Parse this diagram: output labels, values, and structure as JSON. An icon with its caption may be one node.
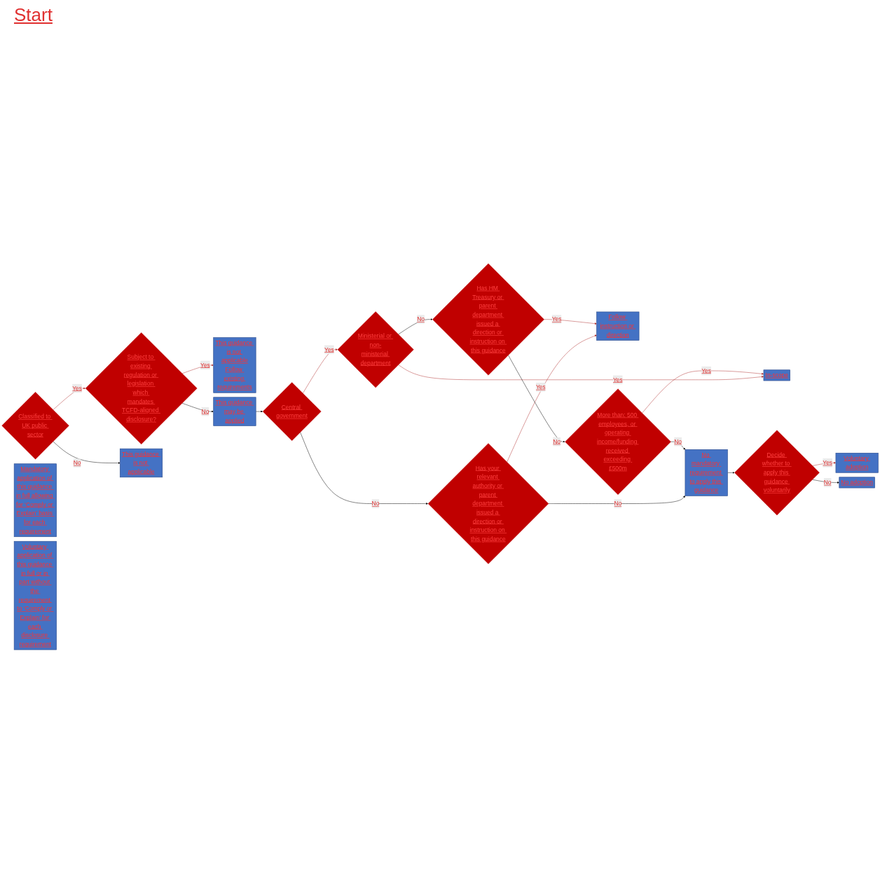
{
  "diagram": {
    "nodes": [
      {
        "text": [
          "Classified to UK public sector"
        ]
      },
      {
        "text": [
          "Subject to existing regulation or legislation which mandates TCFD-aligned disclosure?"
        ]
      },
      {
        "text": [
          "This guidance is not applicable",
          "Follow existing requirements"
        ]
      },
      {
        "text": [
          "This guidance is not applicable"
        ]
      },
      {
        "text": [
          "This guidance may be applied"
        ]
      },
      {
        "text": [
          "Central government"
        ]
      },
      {
        "text": [
          "Ministerial or non-ministerial department"
        ]
      },
      {
        "text": [
          "Has your relevant authority or parent department issued a direction or instruction on this guidance"
        ]
      },
      {
        "text": [
          "Has HM Treasury or parent department issued a direction or instruction on this guidance"
        ]
      },
      {
        "text": [
          "Follow instruction or direction"
        ]
      },
      {
        "text": [
          "In-scope"
        ]
      },
      {
        "text": [
          "Mandatory application of this guidance in full allowing for ‘Comply or Explain’ basis for each requirement"
        ]
      },
      {
        "text": [
          "More than: 500 employees, or operating income/funding received exceeding £500m"
        ]
      },
      {
        "text": [
          "No mandatory requirement to apply this guidance"
        ]
      },
      {
        "text": [
          "Decide whether to apply this guidance voluntarily"
        ]
      },
      {
        "text": [
          "Voluntary adoption"
        ]
      },
      {
        "text": [
          "Voluntary application of this guidance in full or in part without the requirement to ‘Comply or Explain’ for each disclosure requirement"
        ]
      },
      {
        "text": [
          "No adoption"
        ]
      }
    ],
    "edges": [
      {
        "from": 0,
        "to": 1,
        "arrow": "to",
        "label": "Yes",
        "color": "#b03030"
      },
      {
        "from": 0,
        "to": 3,
        "arrow": "to",
        "label": "No"
      },
      {
        "from": 1,
        "to": 2,
        "arrow": "to",
        "label": "Yes",
        "color": "#b03030"
      },
      {
        "from": 1,
        "to": 4,
        "arrow": "to",
        "label": "No"
      },
      {
        "from": 4,
        "to": 5,
        "arrow": "to"
      },
      {
        "from": 5,
        "to": 7,
        "arrow": "to",
        "label": "No"
      },
      {
        "from": 5,
        "to": 6,
        "arrow": "to",
        "label": "Yes",
        "color": "#b03030"
      },
      {
        "from": 6,
        "to": 10,
        "arrow": "to",
        "label": "Yes",
        "color": "#b03030"
      },
      {
        "from": 6,
        "to": 8,
        "arrow": "to",
        "label": "No"
      },
      {
        "from": 7,
        "to": 9,
        "arrow": "to",
        "label": "Yes",
        "color": "#b03030"
      },
      {
        "from": 7,
        "to": 13,
        "arrow": "to",
        "label": "No"
      },
      {
        "from": 8,
        "to": 9,
        "arrow": "to",
        "label": "Yes",
        "color": "#b03030"
      },
      {
        "from": 8,
        "to": 12,
        "arrow": "to",
        "label": "No"
      },
      {
        "from": 12,
        "to": 10,
        "arrow": "to",
        "label": "Yes",
        "color": "#b03030"
      },
      {
        "from": 12,
        "to": 13,
        "arrow": "to",
        "label": "No"
      },
      {
        "from": 13,
        "to": 14,
        "arrow": "to"
      },
      {
        "from": 14,
        "to": 15,
        "arrow": "to",
        "label": "Yes",
        "color": "#b03030"
      },
      {
        "from": 14,
        "to": 17,
        "arrow": "to",
        "label": "No"
      }
    ],
    "labels": [
      "Start"
    ]
  }
}
